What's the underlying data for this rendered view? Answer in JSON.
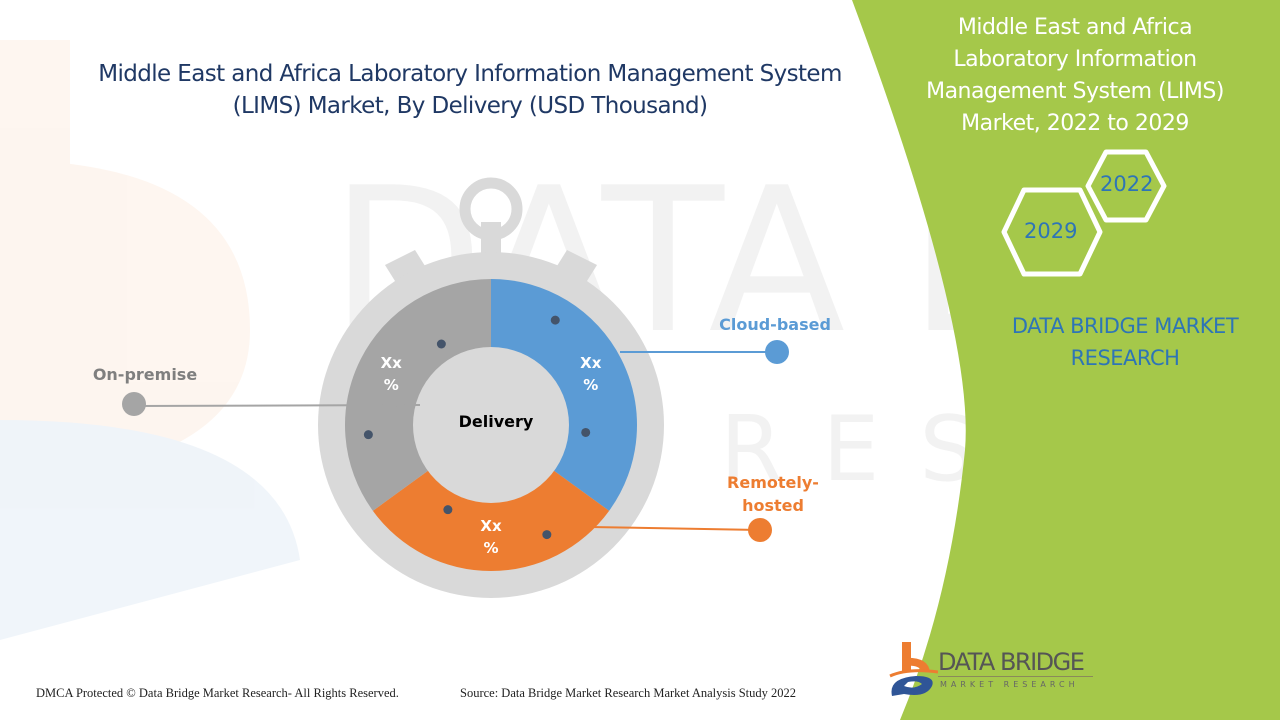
{
  "header": {
    "title_line1": "Middle East and Africa Laboratory Information Management System",
    "title_line2": "(LIMS) Market, By Delivery (USD Thousand)"
  },
  "side_panel": {
    "title_lines": [
      "Middle East and Africa",
      "Laboratory Information",
      "Management System (LIMS)",
      "Market, 2022 to 2029"
    ],
    "hex_years": [
      "2022",
      "2029"
    ],
    "brand_lines": [
      "DATA BRIDGE MARKET",
      "RESEARCH"
    ],
    "panel_color": "#a5c84a"
  },
  "logo": {
    "main": "DATA BRIDGE",
    "sub": "MARKET RESEARCH"
  },
  "footer": {
    "copyright": "DMCA Protected © Data Bridge Market Research- All Rights Reserved.",
    "source": "Source: Data Bridge Market Research Market Analysis Study 2022"
  },
  "chart_data": {
    "type": "pie",
    "title": "Middle East and Africa Laboratory Information Management System (LIMS) Market, By Delivery (USD Thousand)",
    "center_label": "Delivery",
    "categories": [
      "Cloud-based",
      "Remotely-hosted",
      "On-premise"
    ],
    "values": [
      35,
      30,
      35
    ],
    "value_labels": [
      "Xx %",
      "Xx %",
      "Xx %"
    ],
    "colors": [
      "#5b9bd5",
      "#ed7d31",
      "#a5a5a5"
    ],
    "legend_placement": "callouts"
  }
}
